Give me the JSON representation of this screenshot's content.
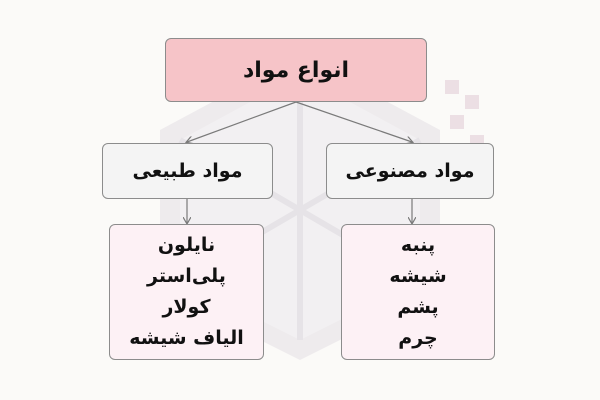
{
  "diagram": {
    "root": {
      "label": "انواع مواد",
      "color": "#f6c4c8"
    },
    "categories": [
      {
        "label": "مواد طبیعی",
        "items": [
          "نایلون",
          "پلی‌استر",
          "کولار",
          "الیاف شیشه"
        ]
      },
      {
        "label": "مواد مصنوعی",
        "items": [
          "پنبه",
          "شیشه",
          "پشم",
          "چرم"
        ]
      }
    ],
    "item_box_color": "#fdf1f5",
    "category_box_color": "#f4f4f4"
  }
}
